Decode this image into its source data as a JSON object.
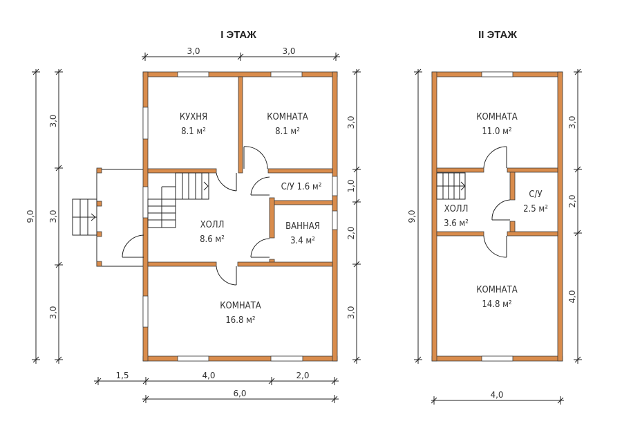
{
  "colors": {
    "wall": "#d98c4c",
    "line": "#222222"
  },
  "floor1": {
    "title": "I ЭТАЖ",
    "rooms": [
      {
        "name": "КУХНЯ",
        "area": "8.1 м²"
      },
      {
        "name": "КОМНАТА",
        "area": "8.1 м²"
      },
      {
        "name": "С/У 1.6 м²"
      },
      {
        "name": "ХОЛЛ",
        "area": "8.6 м²"
      },
      {
        "name": "ВАННАЯ",
        "area": "3.4 м²"
      },
      {
        "name": "КОМНАТА",
        "area": "16.8 м²"
      }
    ],
    "dims": {
      "top": [
        "3,0",
        "3,0"
      ],
      "left_total": "9,0",
      "left": [
        "3,0",
        "3,0",
        "3,0"
      ],
      "right": [
        "3,0",
        "1,0",
        "2,0",
        "3,0"
      ],
      "bottom": [
        "1,5",
        "4,0",
        "2,0"
      ],
      "bottom_total": "6,0"
    }
  },
  "floor2": {
    "title": "II ЭТАЖ",
    "rooms": [
      {
        "name": "КОМНАТА",
        "area": "11.0 м²"
      },
      {
        "name": "ХОЛЛ",
        "area": "3.6 м²"
      },
      {
        "name": "С/У",
        "area": "2.5 м²"
      },
      {
        "name": "КОМНАТА",
        "area": "14.8 м²"
      }
    ],
    "dims": {
      "left_total": "9,0",
      "right": [
        "3,0",
        "2,0",
        "4,0"
      ],
      "bottom_total": "4,0"
    }
  }
}
